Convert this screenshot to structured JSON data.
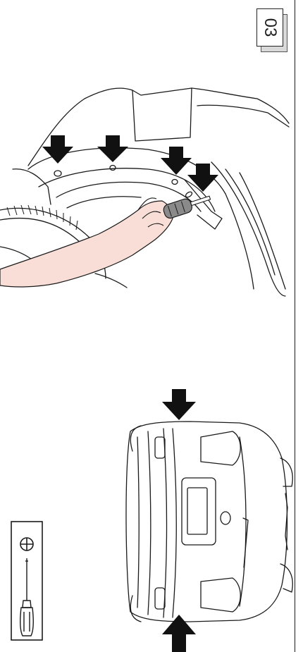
{
  "step": {
    "number": "03"
  },
  "illustrations": {
    "wheel_arch": {
      "arrows": 4,
      "tool_icon": "screwdriver-icon"
    },
    "car_front": {
      "arrows": 2
    },
    "tool_box": {
      "icons": [
        "phillips-head-icon",
        "screwdriver-icon"
      ]
    }
  },
  "colors": {
    "line": "#1a1a1a",
    "skin": "#f8ded7",
    "arrow": "#111111",
    "badge_shadow": "#d9d9d9"
  }
}
